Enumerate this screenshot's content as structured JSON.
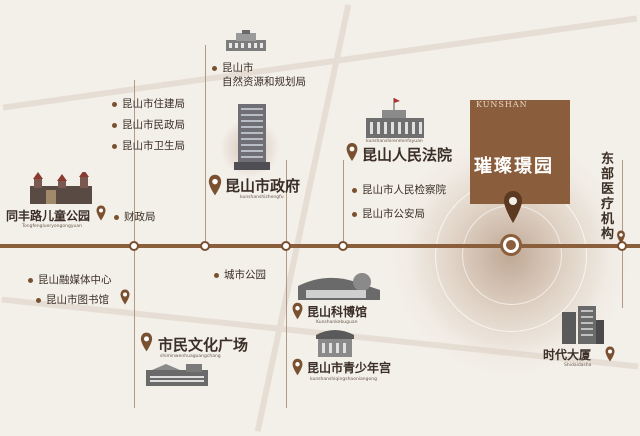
{
  "title": "",
  "colors": {
    "brown": "#7a5130",
    "line": "#8b5e3c",
    "text": "#3a2e26",
    "bg": "#f3efe9"
  },
  "project": {
    "brand": "KUNSHAN",
    "name": "璀璨璟园"
  },
  "upper": {
    "ziran_line1": "昆山市",
    "ziran_line2": "自然资源和规划局",
    "bureaus": [
      "昆山市住建局",
      "昆山市民政局",
      "昆山市卫生局"
    ],
    "park_tongfeng": "同丰路儿童公园",
    "park_tongfeng_pinyin": "Tongfenglueryongongyuan",
    "finance": "财政局",
    "gov": "昆山市政府",
    "gov_pinyin": "kunshanshizhengfu",
    "court": "昆山人民法院",
    "court_pinyin": "kunshanshirenminfayuan",
    "procuratorate": "昆山市人民检察院",
    "police": "昆山市公安局",
    "east_medical": "东部医疗机构"
  },
  "lower": {
    "media": "昆山融媒体中心",
    "library": "昆山市图书馆",
    "city_park": "城市公园",
    "civic_plaza": "市民文化广场",
    "civic_plaza_pinyin": "shiminwenhuaguangchang",
    "museum": "昆山科博馆",
    "museum_pinyin": "Kunshankebuguan",
    "youth_palace": "昆山市青少年宫",
    "youth_palace_pinyin": "kunshanshiqingshaoniangong",
    "times_building": "时代大厦",
    "times_building_pinyin": "Shidaidasha"
  }
}
